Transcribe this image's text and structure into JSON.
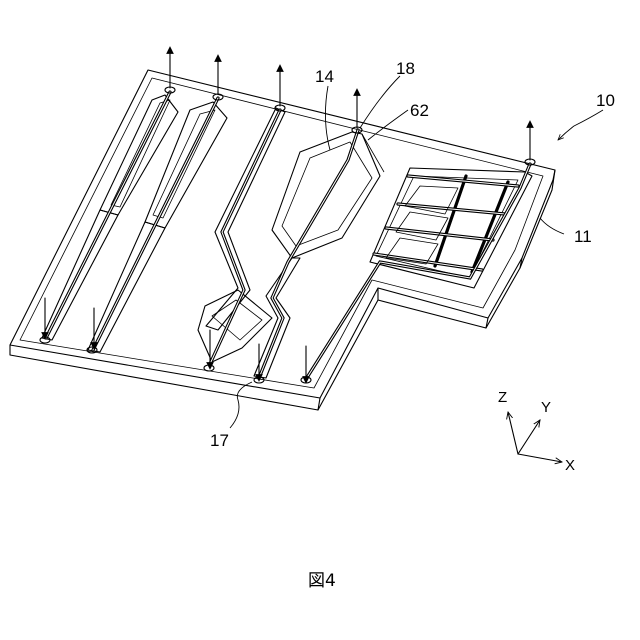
{
  "figure": {
    "caption": "図4",
    "reference_labels": {
      "device": "10",
      "substrate": "11",
      "chamber": "14",
      "channel": "17",
      "electrode": "18",
      "branch": "62"
    },
    "axes": {
      "x": "X",
      "y": "Y",
      "z": "Z"
    }
  }
}
